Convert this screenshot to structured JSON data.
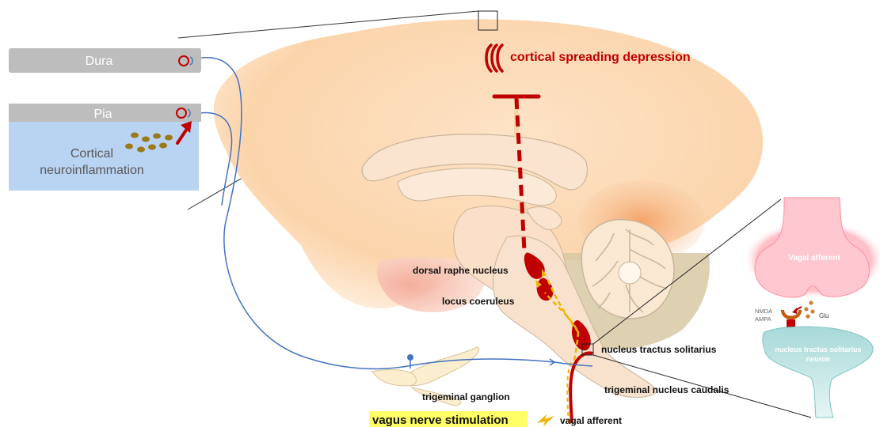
{
  "left_panel": {
    "dura_label": "Dura",
    "pia_label": "Pia",
    "inflammation_line1": "Cortical",
    "inflammation_line2": "neuroinflammation"
  },
  "brain_labels": {
    "csd": "cortical spreading depression",
    "dorsal_raphe": "dorsal raphe nucleus",
    "locus_coeruleus": "locus coeruleus",
    "nts": "nucleus tractus solitarius",
    "trigeminal_ganglion": "trigeminal ganglion",
    "trigeminal_nucleus": "trigeminal nucleus caudalis",
    "vns": "vagus nerve stimulation",
    "vagal_afferent": "vagal afferent"
  },
  "synapse_inset": {
    "vagal_afferent": "Vagal afferent",
    "glu": "Glu",
    "nmda": "NMDA",
    "ampa": "AMPA",
    "nts_line1": "nucleus tractus solitarius",
    "nts_line2": "neuron"
  },
  "colors": {
    "dura_bar": "#bdbdbd",
    "pia_box": "#b9d3f2",
    "cortex": "#fbd9b5",
    "pathway_red": "#c00000",
    "nerve_blue": "#4472c4",
    "highlight_yellow": "#ffff66",
    "synapse_pink": "#ffc7cf",
    "synapse_teal": "#bfe3e3"
  }
}
